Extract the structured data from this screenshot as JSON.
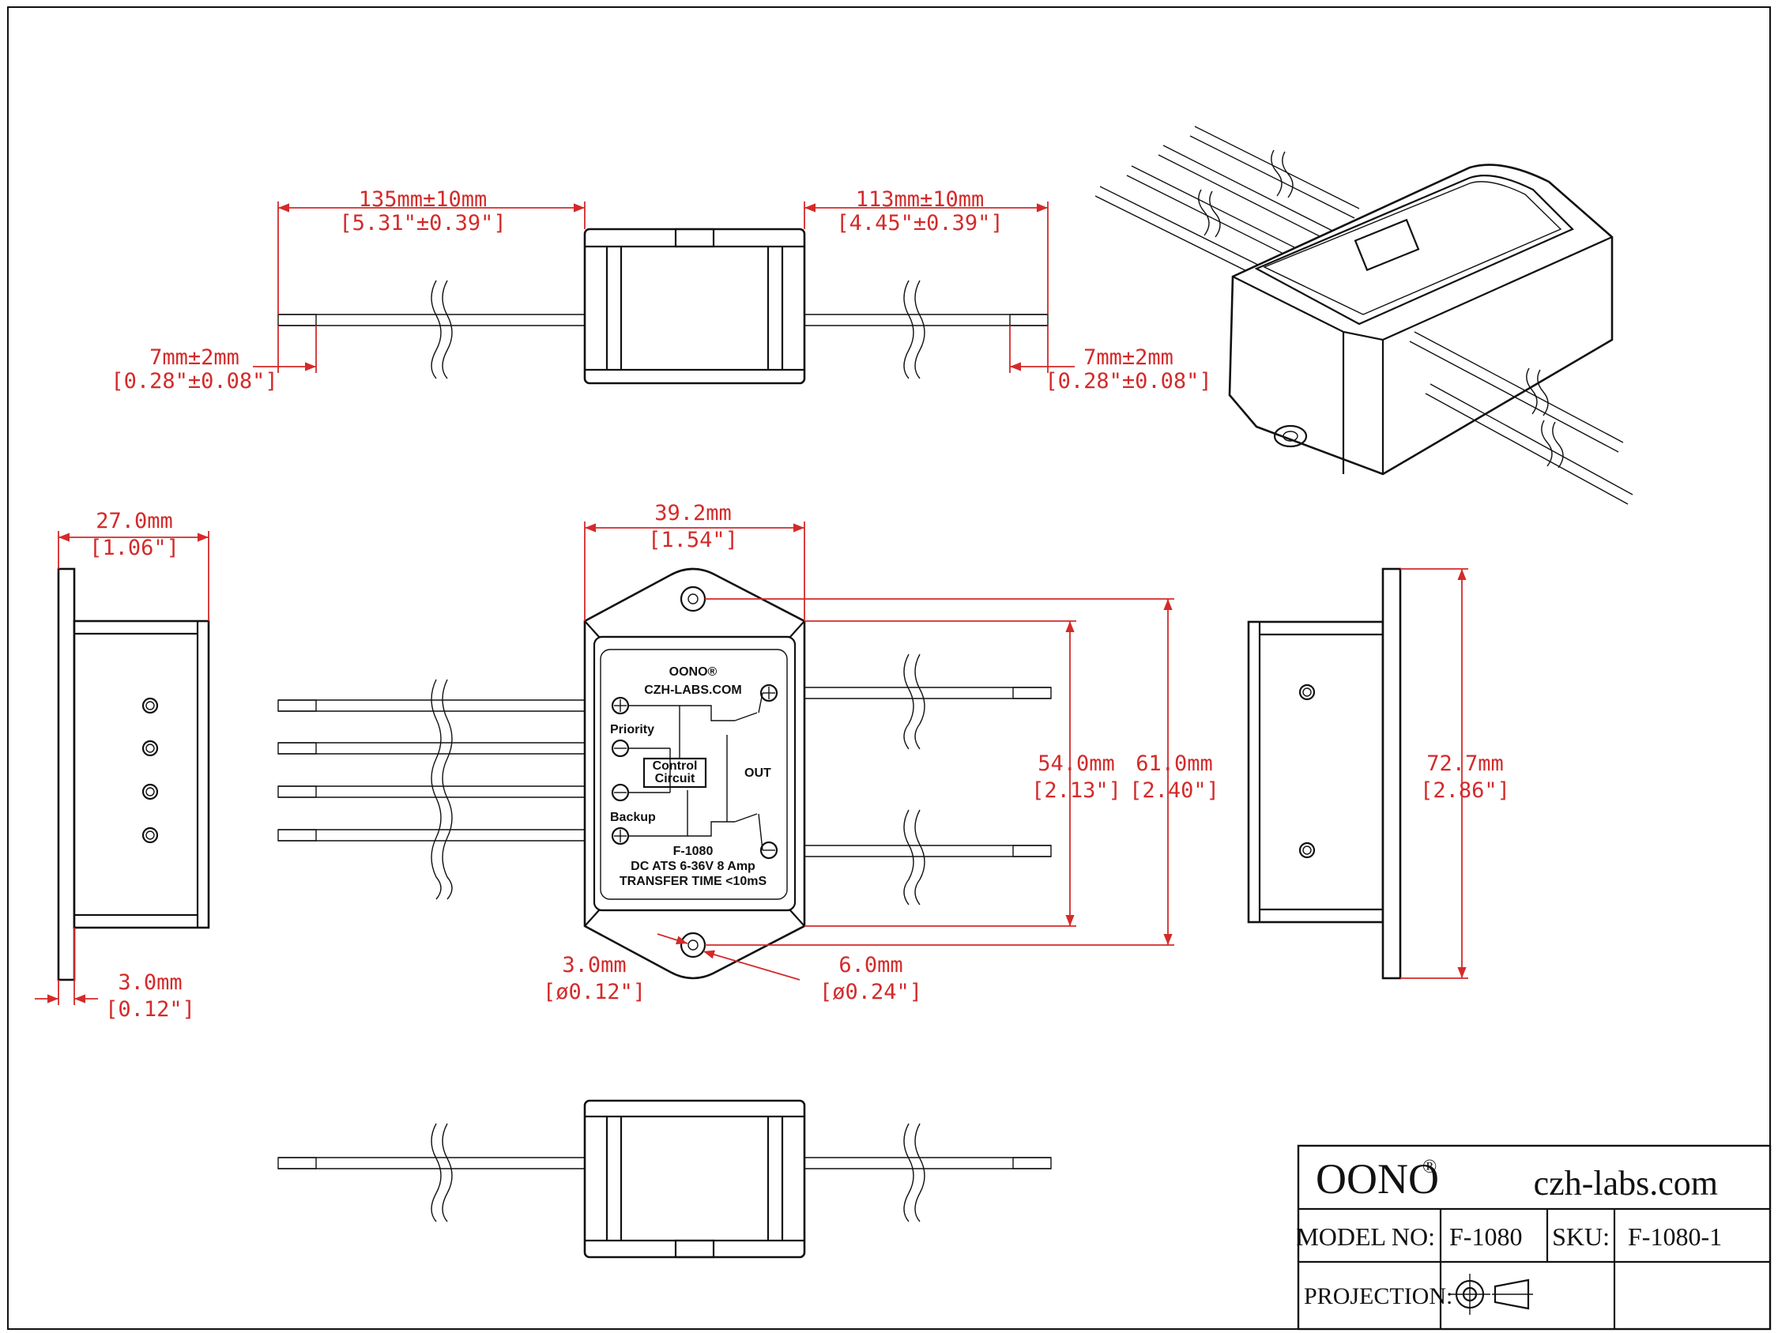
{
  "dimensions": {
    "left_lead_len": "135mm±10mm",
    "left_lead_len_in": "[5.31\"±0.39\"]",
    "right_lead_len": "113mm±10mm",
    "right_lead_len_in": "[4.45\"±0.39\"]",
    "strip_left": "7mm±2mm",
    "strip_left_in": "[0.28\"±0.08\"]",
    "strip_right": "7mm±2mm",
    "strip_right_in": "[0.28\"±0.08\"]",
    "depth": "27.0mm",
    "depth_in": "[1.06\"]",
    "width": "39.2mm",
    "width_in": "[1.54\"]",
    "inner_height": "54.0mm",
    "inner_height_in": "[2.13\"]",
    "hole_spacing": "61.0mm",
    "hole_spacing_in": "[2.40\"]",
    "overall_height": "72.7mm",
    "overall_height_in": "[2.86\"]",
    "flange": "3.0mm",
    "flange_in": "[0.12\"]",
    "hole_dia": "3.0mm",
    "hole_dia_in": "[ø0.12\"]",
    "boss_dia": "6.0mm",
    "boss_dia_in": "[ø0.24\"]"
  },
  "label": {
    "brand": "OONO®",
    "site": "CZH-LABS.COM",
    "priority": "Priority",
    "backup": "Backup",
    "out": "OUT",
    "control1": "Control",
    "control2": "Circuit",
    "model": "F-1080",
    "spec": "DC ATS 6-36V 8 Amp",
    "transfer": "TRANSFER TIME <10mS"
  },
  "title_block": {
    "brand": "OONO",
    "reg": "®",
    "website": "czh-labs.com",
    "model_label": "MODEL NO:",
    "model_value": "F-1080",
    "sku_label": "SKU:",
    "sku_value": "F-1080-1",
    "projection_label": "PROJECTION:"
  }
}
